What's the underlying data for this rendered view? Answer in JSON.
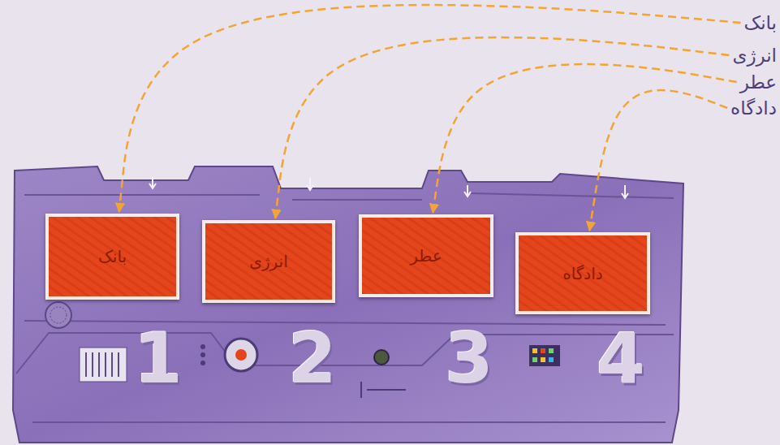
{
  "diagram": {
    "nodes": [
      {
        "text": [
          "بانک"
        ]
      },
      {
        "text": [
          "انرژی"
        ]
      },
      {
        "text": [
          "عطر"
        ]
      },
      {
        "text": [
          "دادگاه"
        ]
      },
      {
        "text": [
          "بانک"
        ]
      },
      {
        "text": [
          "انرژی"
        ]
      },
      {
        "text": [
          "عطر"
        ]
      },
      {
        "text": [
          "دادگاه"
        ]
      }
    ],
    "edges": [
      {
        "from": 0,
        "to": 4,
        "arrow": "to"
      },
      {
        "from": 1,
        "to": 5,
        "arrow": "to"
      },
      {
        "from": 2,
        "to": 6,
        "arrow": "to"
      },
      {
        "from": 3,
        "to": 7,
        "arrow": "to"
      }
    ],
    "labels": [
      "1",
      "2",
      "3",
      "4"
    ]
  }
}
